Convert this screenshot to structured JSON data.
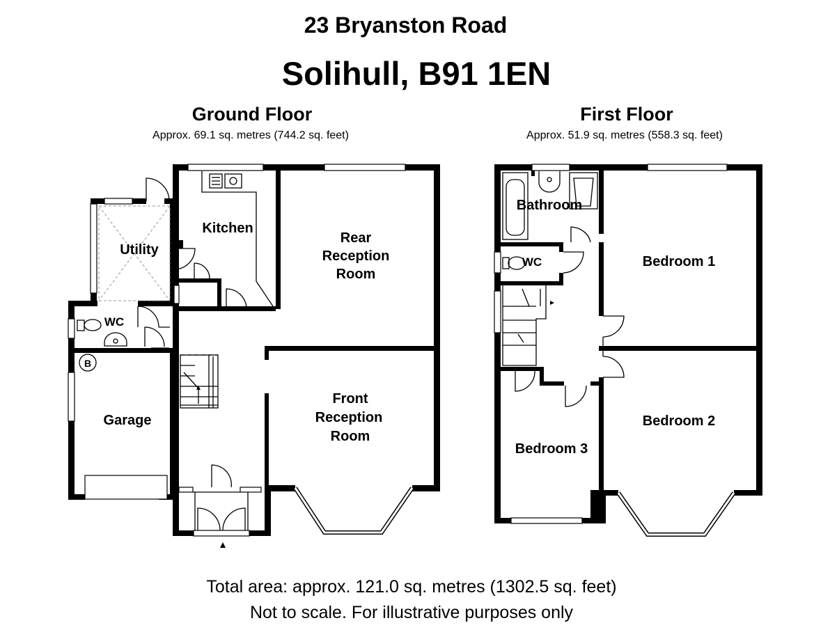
{
  "address": {
    "line1": "23 Bryanston Road",
    "line2": "Solihull, B91 1EN"
  },
  "ground_floor": {
    "name": "Ground Floor",
    "area": "Approx. 69.1 sq. metres (744.2 sq. feet)",
    "rooms": {
      "utility": "Utility",
      "kitchen": "Kitchen",
      "rear_reception_1": "Rear",
      "rear_reception_2": "Reception",
      "rear_reception_3": "Room",
      "wc": "WC",
      "boiler": "B",
      "garage": "Garage",
      "front_reception_1": "Front",
      "front_reception_2": "Reception",
      "front_reception_3": "Room"
    }
  },
  "first_floor": {
    "name": "First Floor",
    "area": "Approx. 51.9 sq. metres (558.3 sq. feet)",
    "rooms": {
      "bathroom": "Bathroom",
      "wc": "WC",
      "bedroom1": "Bedroom 1",
      "bedroom2": "Bedroom 2",
      "bedroom3": "Bedroom 3"
    }
  },
  "footer": {
    "total_area": "Total area: approx. 121.0 sq. metres (1302.5 sq. feet)",
    "disclaimer": "Not to scale. For illustrative purposes only"
  },
  "colors": {
    "wall": "#000000",
    "background": "#ffffff"
  }
}
